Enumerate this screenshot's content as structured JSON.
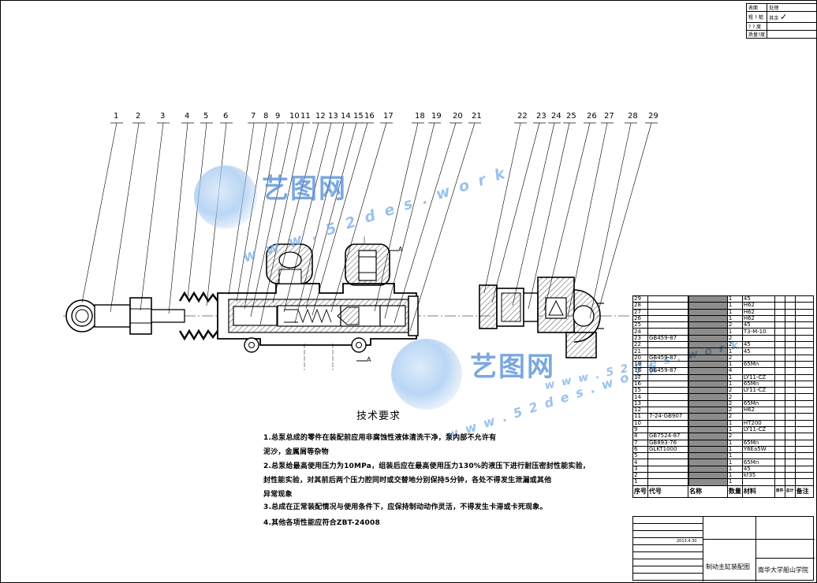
{
  "part_numbers": [
    "1",
    "2",
    "3",
    "4",
    "5",
    "6",
    "7",
    "8",
    "9",
    "10",
    "11",
    "12",
    "13",
    "14",
    "15",
    "16",
    "17",
    "18",
    "19",
    "20",
    "21",
    "22",
    "23",
    "24",
    "25",
    "26",
    "27",
    "28",
    "29"
  ],
  "section_marks": [
    "A",
    "A"
  ],
  "watermarks": {
    "upper": {
      "cn": "艺图网",
      "url": "w w w . 5 2 d e s . w o r k"
    },
    "lower": {
      "cn": "艺图网",
      "url": "w w w . 5 2 d e s . w o r k"
    }
  },
  "tech_requirements": {
    "title": "技术要求",
    "lines": [
      "1.总泵总成的零件在装配前应用非腐蚀性液体清洗干净，泵内部不允许有",
      "泥沙，金属屑等杂物",
      "2.总泵给最高使用压力为10MPa，组装后应在最高使用压力130%的液压下进行耐压密封性能实验，",
      "封性能实验，对其前后两个压力腔同时或交替地分别保持5分钟，各处不得发生泄漏或其他",
      "异常现象",
      "3.总成在正常装配情况与使用条件下，应保持制动动作灵活，不得发生卡滞或卡死现象。",
      "4.其他各项性能应符合ZBT-24008"
    ]
  },
  "corner_box": {
    "r1": [
      "表面",
      "处理"
    ],
    "r2": [
      "粗 ? 糙",
      "其余"
    ],
    "r3": [
      "? ? 度",
      ""
    ],
    "r4": [
      "质量?度",
      ""
    ]
  },
  "bom_rows": [
    {
      "no": "29",
      "code": "",
      "name": "",
      "qty": "1",
      "mat": "45"
    },
    {
      "no": "28",
      "code": "",
      "name": "",
      "qty": "1",
      "mat": "H62"
    },
    {
      "no": "27",
      "code": "",
      "name": "",
      "qty": "1",
      "mat": "H62"
    },
    {
      "no": "26",
      "code": "",
      "name": "",
      "qty": "1",
      "mat": "H62"
    },
    {
      "no": "25",
      "code": "",
      "name": "",
      "qty": "2",
      "mat": "45"
    },
    {
      "no": "24",
      "code": "",
      "name": "",
      "qty": "1",
      "mat": "T3-M-10"
    },
    {
      "no": "23",
      "code": "GB459-87",
      "name": "",
      "qty": "2",
      "mat": ""
    },
    {
      "no": "22",
      "code": "",
      "name": "",
      "qty": "2",
      "mat": "45"
    },
    {
      "no": "21",
      "code": "",
      "name": "",
      "qty": "1",
      "mat": "45"
    },
    {
      "no": "20",
      "code": "GB459-87",
      "name": "",
      "qty": "2",
      "mat": ""
    },
    {
      "no": "19",
      "code": "",
      "name": "",
      "qty": "1",
      "mat": "65Mn"
    },
    {
      "no": "18",
      "code": "GB459-87",
      "name": "",
      "qty": "4",
      "mat": ""
    },
    {
      "no": "17",
      "code": "",
      "name": "",
      "qty": "1",
      "mat": "LY11-CZ"
    },
    {
      "no": "16",
      "code": "",
      "name": "",
      "qty": "1",
      "mat": "65Mn"
    },
    {
      "no": "15",
      "code": "",
      "name": "",
      "qty": "2",
      "mat": "LY11-CZ"
    },
    {
      "no": "14",
      "code": "",
      "name": "",
      "qty": "2",
      "mat": ""
    },
    {
      "no": "13",
      "code": "",
      "name": "",
      "qty": "2",
      "mat": "65Mn"
    },
    {
      "no": "12",
      "code": "",
      "name": "",
      "qty": "2",
      "mat": "H62"
    },
    {
      "no": "11",
      "code": "7-24-GB907",
      "name": "",
      "qty": "2",
      "mat": ""
    },
    {
      "no": "10",
      "code": "",
      "name": "",
      "qty": "1",
      "mat": "HT200"
    },
    {
      "no": "9",
      "code": "",
      "name": "",
      "qty": "1",
      "mat": "LY11-CZ"
    },
    {
      "no": "8",
      "code": "GB7524-87",
      "name": "",
      "qty": "2",
      "mat": ""
    },
    {
      "no": "7",
      "code": "GB893-76",
      "name": "",
      "qty": "1",
      "mat": "65Mn"
    },
    {
      "no": "6",
      "code": "GLKT1000",
      "name": "",
      "qty": "1",
      "mat": "Y6Ea5W"
    },
    {
      "no": "5",
      "code": "",
      "name": "",
      "qty": "1",
      "mat": ""
    },
    {
      "no": "4",
      "code": "",
      "name": "",
      "qty": "1",
      "mat": "65Mn"
    },
    {
      "no": "3",
      "code": "",
      "name": "",
      "qty": "1",
      "mat": "45"
    },
    {
      "no": "2",
      "code": "",
      "name": "",
      "qty": "1",
      "mat": "kf35"
    },
    {
      "no": "1",
      "code": "",
      "name": "",
      "qty": "1",
      "mat": ""
    }
  ],
  "bom_header": {
    "no": "序号",
    "code": "代号",
    "name": "名称",
    "qty": "数量",
    "mat": "材料",
    "w1": "单件",
    "w2": "总计",
    "note": "备注"
  },
  "title_block": {
    "drawing_name": "制动主缸装配图",
    "date": "2013.4.30",
    "school": "南华大学船山学院"
  }
}
